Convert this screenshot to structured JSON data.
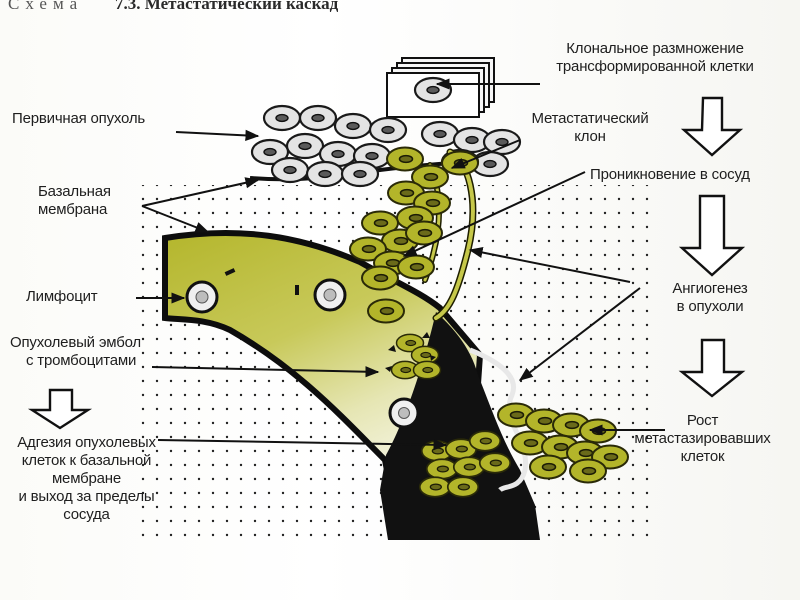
{
  "header": {
    "scheme_word": "Схема",
    "scheme_title": "7.3. Метастатический каскад"
  },
  "labels": {
    "clonal_1": "Клональное размножение",
    "clonal_2": "трансформированной клетки",
    "metastatic_clone_1": "Метастатический",
    "metastatic_clone_2": "клон",
    "vessel_penetration": "Проникновение в сосуд",
    "primary_tumor": "Первичная опухоль",
    "basal_membrane_1": "Базальная",
    "basal_membrane_2": "мембрана",
    "lymphocyte": "Лимфоцит",
    "angiogenesis_1": "Ангиогенез",
    "angiogenesis_2": "в опухоли",
    "embolus_1": "Опухолевый эмбол",
    "embolus_2": "с тромбоцитами",
    "growth_1": "Рост",
    "growth_2": "метастазировавших",
    "growth_3": "клеток",
    "adhesion_1": "Адгезия опухолевых",
    "adhesion_2": "клеток к базальной",
    "adhesion_3": "мембране",
    "adhesion_4": "и выход за пределы",
    "adhesion_5": "сосуда"
  },
  "colors": {
    "tumor_cell": "#b3b52a",
    "tumor_nucleus": "#6a6a1a",
    "normal_cell": "#e4e4e4",
    "normal_nucleus": "#5a5a5a",
    "vessel_dark": "#b6b82e",
    "vessel_light": "#f4f4dc",
    "black": "#111111"
  }
}
